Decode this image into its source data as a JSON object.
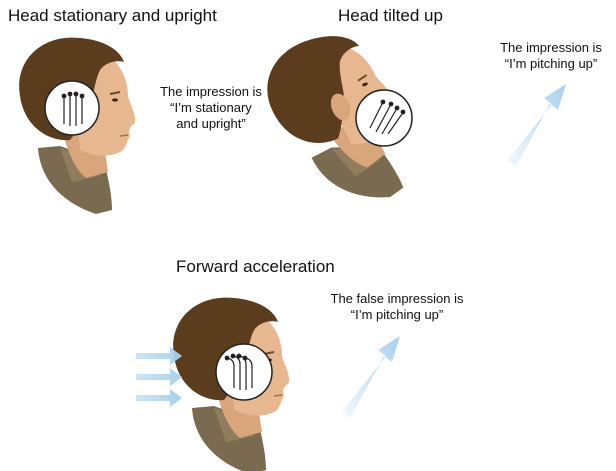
{
  "panels": [
    {
      "title": "Head stationary and upright",
      "caption_lines": [
        "The impression is",
        "“I’m stationary",
        "and upright”"
      ]
    },
    {
      "title": "Head tilted up",
      "caption_lines": [
        "The impression is",
        "“I’m pitching up”"
      ]
    },
    {
      "title": "Forward acceleration",
      "caption_lines": [
        "The false impression is",
        "“I’m pitching up”"
      ]
    }
  ],
  "colors": {
    "hair": "#5b3d1e",
    "skin": "#e7b88f",
    "shirt": "#7a6a4f",
    "arrow": "#a8d0ee",
    "ear_circle": "#ffffff"
  },
  "icons": [
    "head-icon",
    "inner-ear-icon",
    "pitch-arrow-icon",
    "acceleration-arrow-icon"
  ]
}
